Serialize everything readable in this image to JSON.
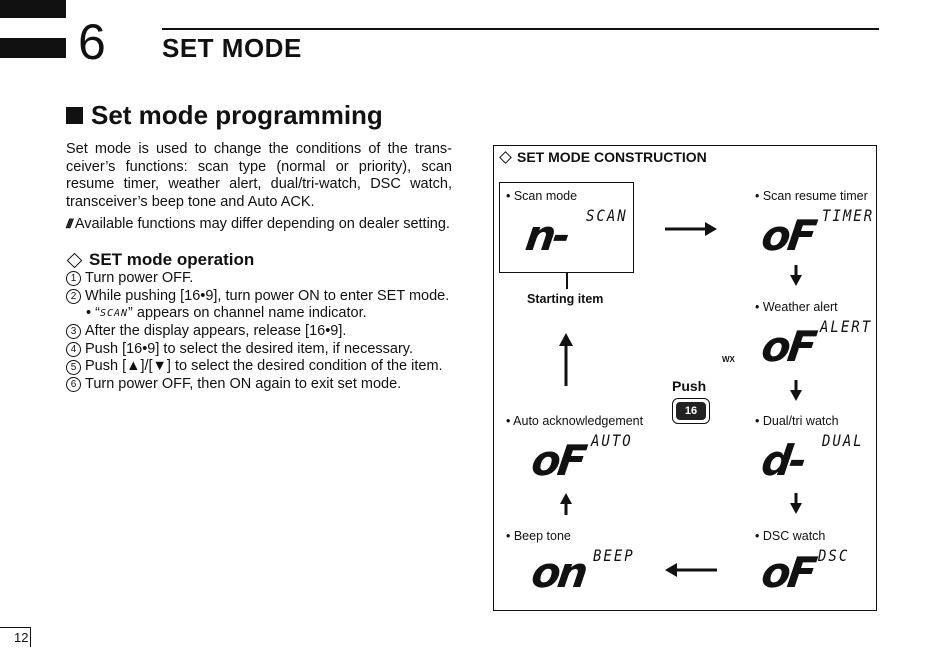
{
  "chapter": {
    "number": "6",
    "title": "SET MODE"
  },
  "section": {
    "title": "Set mode programming"
  },
  "intro": "Set mode is used to change the conditions of the trans-ceiver’s functions: scan type (normal or priority), scan resume timer, weather alert, dual/tri-watch, DSC watch, transceiver’s beep tone and Auto ACK.",
  "note": "Available functions may differ depending on dealer setting.",
  "operation": {
    "title": "SET mode operation",
    "steps": [
      {
        "num": "1",
        "text": "Turn power OFF."
      },
      {
        "num": "2",
        "text": "While pushing [16•9], turn power ON to enter SET mode."
      },
      {
        "num": "",
        "text_pre": "• “",
        "lcd": "SCAN",
        "text_post": "” appears on channel name indicator."
      },
      {
        "num": "3",
        "text": "After the display appears, release [16•9]."
      },
      {
        "num": "4",
        "text": "Push [16•9] to select the desired item, if necessary."
      },
      {
        "num": "5",
        "text": "Push [▲]/[▼] to select the desired condition of the item."
      },
      {
        "num": "6",
        "text": "Turn power OFF, then ON again to exit set mode."
      }
    ]
  },
  "construction": {
    "title": "SET MODE CONSTRUCTION",
    "starting_item": "Starting item",
    "push_label": "Push",
    "wx_label": "WX",
    "key_label": "16",
    "items": {
      "scan_mode": {
        "label": "• Scan mode",
        "small": "SCAN",
        "big": "n-"
      },
      "scan_resume": {
        "label": "• Scan resume timer",
        "small": "TIMER",
        "big": "oF"
      },
      "weather": {
        "label": "• Weather alert",
        "small": "ALERT",
        "big": "oF"
      },
      "dual_tri": {
        "label": "• Dual/tri watch",
        "small": "DUAL",
        "big": "d-"
      },
      "dsc": {
        "label": "• DSC watch",
        "small": "DSC",
        "big": "oF"
      },
      "beep": {
        "label": "• Beep tone",
        "small": "BEEP",
        "big": "on"
      },
      "auto_ack": {
        "label": "• Auto acknowledgement",
        "small": "AUTO",
        "big": "oF"
      }
    }
  },
  "page_number": "12"
}
